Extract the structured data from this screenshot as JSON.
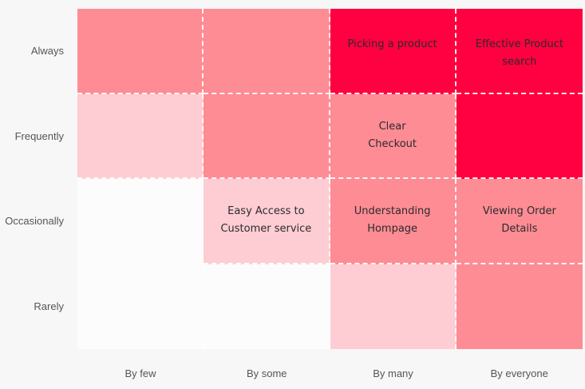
{
  "chart_data": {
    "type": "heatmap",
    "x_categories": [
      "By few",
      "By some",
      "By many",
      "By everyone"
    ],
    "y_categories": [
      "Always",
      "Frequently",
      "Occasionally",
      "Rarely"
    ],
    "intensity": [
      [
        2,
        2,
        4,
        4
      ],
      [
        1,
        2,
        2,
        4
      ],
      [
        0,
        1,
        2,
        2
      ],
      [
        0,
        0,
        1,
        2
      ]
    ],
    "colors": {
      "0": "#fcfcfc",
      "1": "#fdcdd3",
      "2": "#fe8c94",
      "3": "#ff4d66",
      "4": "#ff0040"
    },
    "cell_labels": [
      [
        "",
        "",
        "Picking a product",
        "Effective Product\nsearch"
      ],
      [
        "",
        "",
        "Clear\nCheckout",
        ""
      ],
      [
        "",
        "Easy Access to\nCustomer service",
        "Understanding\nHompage",
        "Viewing Order\nDetails"
      ],
      [
        "",
        "",
        "",
        ""
      ]
    ]
  }
}
